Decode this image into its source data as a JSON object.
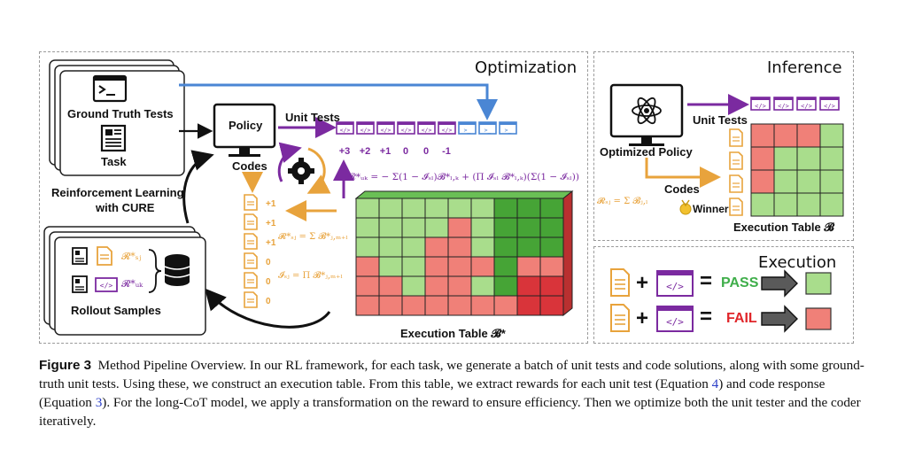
{
  "panels": {
    "optimization": "Optimization",
    "inference": "Inference",
    "execution": "Execution"
  },
  "optimization": {
    "ground_truth_tests": "Ground Truth Tests",
    "task": "Task",
    "policy": "Policy",
    "unit_tests": "Unit Tests",
    "codes": "Codes",
    "rl_label_line1": "Reinforcement Learning",
    "rl_label_line2": "with CURE",
    "rollout_samples": "Rollout Samples",
    "test_rewards": [
      "+3",
      "+2",
      "+1",
      "0",
      "0",
      "-1"
    ],
    "code_rewards": [
      "+1",
      "+1",
      "+1",
      "0",
      "0",
      "0"
    ],
    "execution_table": "Execution Table 𝓑*",
    "rollout_r_sj": "𝓡*ₛⱼ",
    "rollout_r_uk": "𝓡*ᵤₖ",
    "formula_ru": "𝓡*ᵤₖ = − Σ(1 − 𝓘ₛₗ)𝓑*ₗ,ₖ + (Π 𝓘ₛₗ 𝓑*ₗ,ₖ)(Σ(1 − 𝓘ₛₗ))",
    "formula_rs": "𝓡*ₛⱼ = Σ 𝓑*ⱼ,ₘ₊ₗ",
    "formula_i": "𝓘ₛⱼ = Π 𝓑*ⱼ,ₘ₊ₗ"
  },
  "inference": {
    "optimized_policy": "Optimized Policy",
    "unit_tests": "Unit Tests",
    "codes": "Codes",
    "winner": "Winner",
    "formula": "𝓡ₛⱼ = Σ 𝓑ⱼ,ₗ",
    "execution_table": "Execution Table 𝓑"
  },
  "execution": {
    "pass": "PASS",
    "fail": "FAIL",
    "plus": "+",
    "equals": "="
  },
  "colors": {
    "blue": "#4a86d4",
    "purple": "#7b2aa0",
    "orange": "#e8a33c",
    "green_light": "#a9dd8c",
    "green_dark": "#46a436",
    "red_light": "#f08078",
    "red_dark": "#d9343a",
    "pass_green": "#3fae4a",
    "fail_red": "#e0262a"
  },
  "caption": {
    "figure": "Figure 3",
    "text_1": "Method Pipeline Overview. In our RL framework, for each task, we generate a batch of unit tests and code solutions, along with some ground-truth unit tests. Using these, we construct an execution table. From this table, we extract rewards for each unit test (Equation ",
    "eq_4": "4",
    "text_2": ") and code response (Equation ",
    "eq_3": "3",
    "text_3": "). For the long-CoT model, we apply a transformation on the reward to ensure efficiency. Then we optimize both the unit tester and the coder iteratively."
  }
}
